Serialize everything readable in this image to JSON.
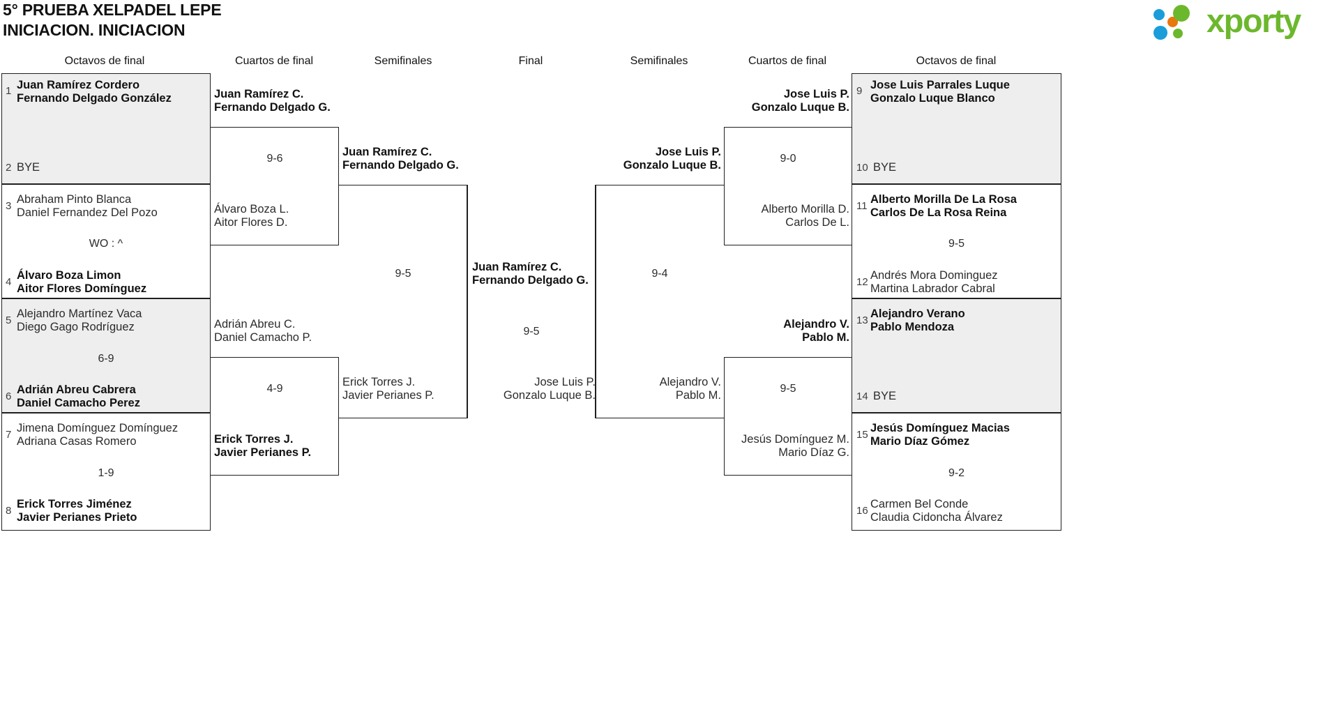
{
  "header": {
    "title_line1": "5° PRUEBA XELPADEL LEPE",
    "title_line2": "INICIACION. INICIACION",
    "logo_text": "xporty",
    "logo_colors": {
      "green": "#6cb82d",
      "blue": "#1b9dd9",
      "orange": "#e8770d"
    }
  },
  "rounds": {
    "left_r16": "Octavos de final",
    "left_qf": "Cuartos de final",
    "left_sf": "Semifinales",
    "final": "Final",
    "right_sf": "Semifinales",
    "right_qf": "Cuartos de final",
    "right_r16": "Octavos de final"
  },
  "left_r16": [
    {
      "seed_top": "1",
      "top_p1": "Juan Ramírez Cordero",
      "top_p2": "Fernando Delgado González",
      "top_winner": true,
      "seed_bottom": "2",
      "bottom_p1": "BYE",
      "bottom_p2": "",
      "bottom_winner": false,
      "score": "",
      "shaded": true
    },
    {
      "seed_top": "3",
      "top_p1": "Abraham Pinto Blanca",
      "top_p2": "Daniel Fernandez Del Pozo",
      "top_winner": false,
      "seed_bottom": "4",
      "bottom_p1": "Álvaro Boza Limon",
      "bottom_p2": "Aitor Flores Domínguez",
      "bottom_winner": true,
      "score": "WO : ^",
      "shaded": false
    },
    {
      "seed_top": "5",
      "top_p1": "Alejandro Martínez Vaca",
      "top_p2": "Diego Gago Rodríguez",
      "top_winner": false,
      "seed_bottom": "6",
      "bottom_p1": "Adrián Abreu Cabrera",
      "bottom_p2": "Daniel Camacho Perez",
      "bottom_winner": true,
      "score": "6-9",
      "shaded": true
    },
    {
      "seed_top": "7",
      "top_p1": "Jimena Domínguez Domínguez",
      "top_p2": "Adriana Casas Romero",
      "top_winner": false,
      "seed_bottom": "8",
      "bottom_p1": "Erick Torres Jiménez",
      "bottom_p2": "Javier Perianes Prieto",
      "bottom_winner": true,
      "score": "1-9",
      "shaded": false
    }
  ],
  "left_qf": [
    {
      "top_p1": "Juan Ramírez C.",
      "top_p2": "Fernando Delgado G.",
      "top_winner": true,
      "bottom_p1": "Álvaro Boza L.",
      "bottom_p2": "Aitor Flores D.",
      "bottom_winner": false,
      "score": "9-6"
    },
    {
      "top_p1": "Adrián Abreu C.",
      "top_p2": "Daniel Camacho P.",
      "top_winner": false,
      "bottom_p1": "Erick Torres J.",
      "bottom_p2": "Javier Perianes P.",
      "bottom_winner": true,
      "score": "4-9"
    }
  ],
  "left_sf": [
    {
      "top_p1": "Juan Ramírez C.",
      "top_p2": "Fernando Delgado G.",
      "top_winner": true,
      "bottom_p1": "Erick Torres J.",
      "bottom_p2": "Javier Perianes P.",
      "bottom_winner": false,
      "score": "9-5"
    }
  ],
  "final": {
    "top_p1": "Juan Ramírez C.",
    "top_p2": "Fernando Delgado G.",
    "top_winner": true,
    "bottom_p1": "Jose Luis P.",
    "bottom_p2": "Gonzalo Luque B.",
    "bottom_winner": false,
    "score": "9-5"
  },
  "right_sf": [
    {
      "top_p1": "Jose Luis P.",
      "top_p2": "Gonzalo Luque B.",
      "top_winner": true,
      "bottom_p1": "Alejandro V.",
      "bottom_p2": "Pablo M.",
      "bottom_winner": false,
      "score": "9-4"
    }
  ],
  "right_qf": [
    {
      "top_p1": "Jose Luis P.",
      "top_p2": "Gonzalo Luque B.",
      "top_winner": true,
      "bottom_p1": "Alberto Morilla D.",
      "bottom_p2": "Carlos De L.",
      "bottom_winner": false,
      "score": "9-0"
    },
    {
      "top_p1": "Alejandro V.",
      "top_p2": "Pablo M.",
      "top_winner": true,
      "bottom_p1": "Jesús Domínguez M.",
      "bottom_p2": "Mario Díaz G.",
      "bottom_winner": false,
      "score": "9-5"
    }
  ],
  "right_r16": [
    {
      "seed_top": "9",
      "top_p1": "Jose Luis Parrales Luque",
      "top_p2": "Gonzalo Luque Blanco",
      "top_winner": true,
      "seed_bottom": "10",
      "bottom_p1": "BYE",
      "bottom_p2": "",
      "bottom_winner": false,
      "score": "",
      "shaded": true
    },
    {
      "seed_top": "11",
      "top_p1": "Alberto Morilla De La Rosa",
      "top_p2": "Carlos De La Rosa Reina",
      "top_winner": true,
      "seed_bottom": "12",
      "bottom_p1": "Andrés Mora Dominguez",
      "bottom_p2": "Martina Labrador Cabral",
      "bottom_winner": false,
      "score": "9-5",
      "shaded": false
    },
    {
      "seed_top": "13",
      "top_p1": "Alejandro Verano",
      "top_p2": "Pablo Mendoza",
      "top_winner": true,
      "seed_bottom": "14",
      "bottom_p1": "BYE",
      "bottom_p2": "",
      "bottom_winner": false,
      "score": "",
      "shaded": true
    },
    {
      "seed_top": "15",
      "top_p1": "Jesús Domínguez Macias",
      "top_p2": "Mario Díaz Gómez",
      "top_winner": true,
      "seed_bottom": "16",
      "bottom_p1": "Carmen Bel Conde",
      "bottom_p2": "Claudia Cidoncha Álvarez",
      "bottom_winner": false,
      "score": "9-2",
      "shaded": false
    }
  ]
}
